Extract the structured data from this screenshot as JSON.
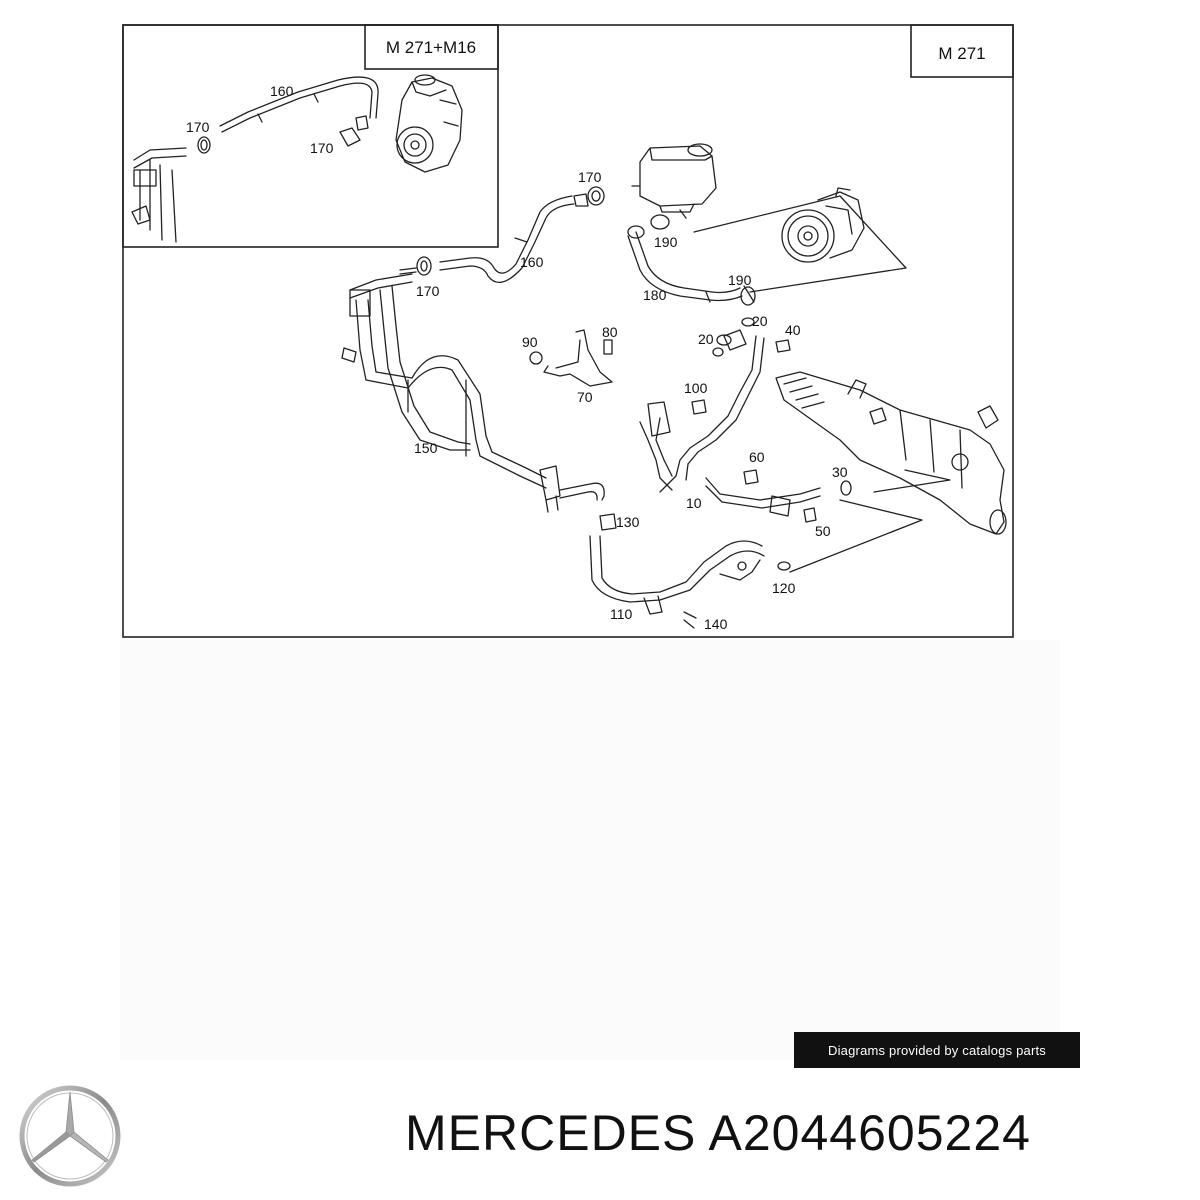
{
  "diagram": {
    "inset_label": "M 271+M16",
    "main_label": "M 271",
    "inset_callouts": [
      "160",
      "170",
      "170"
    ],
    "callouts": [
      "170",
      "160",
      "170",
      "190",
      "190",
      "180",
      "80",
      "90",
      "70",
      "20",
      "20",
      "40",
      "100",
      "150",
      "60",
      "30",
      "10",
      "50",
      "130",
      "120",
      "110",
      "140"
    ]
  },
  "badge": {
    "text": "Diagrams provided by catalogs parts"
  },
  "footer": {
    "brand": "MERCEDES",
    "part_number": "A2044605224"
  }
}
